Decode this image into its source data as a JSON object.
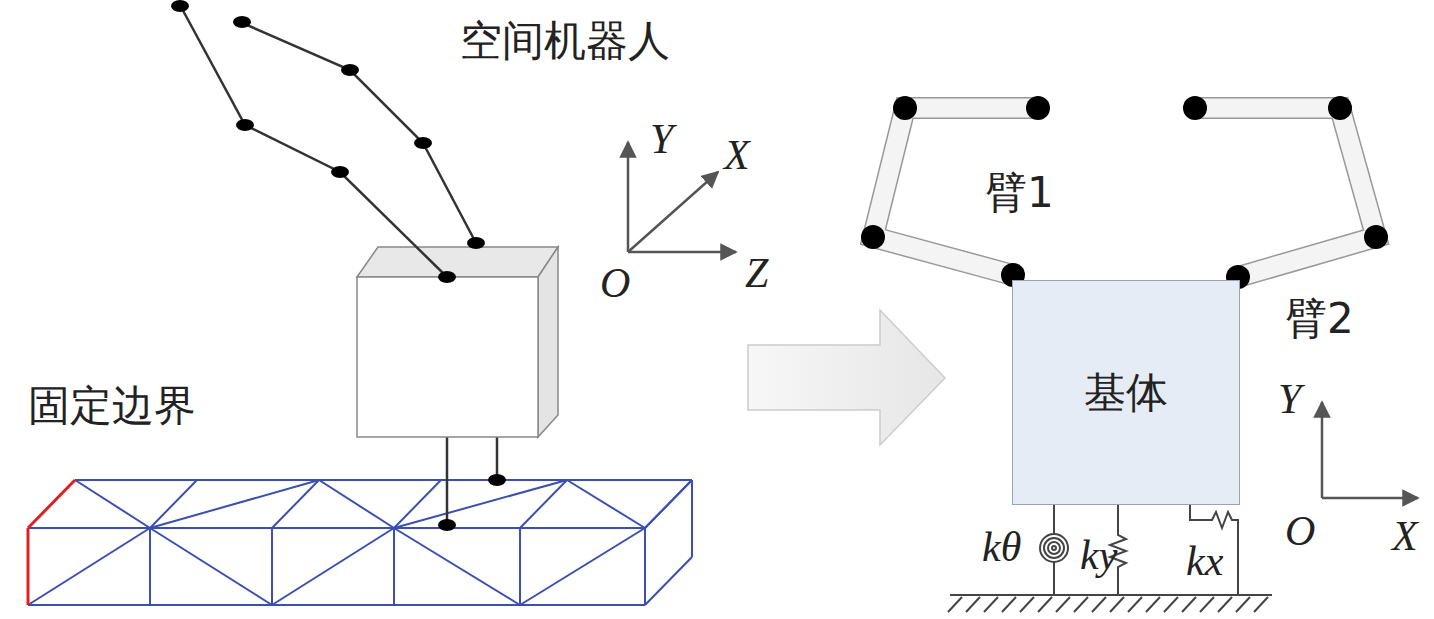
{
  "diagram": {
    "nodes": [
      {
        "text": [
          "基体"
        ]
      }
    ],
    "labels": [
      "空间机器人",
      "固定边界",
      "Y",
      "X",
      "O",
      "Z",
      "臂1",
      "臂2",
      "Y",
      "O",
      "X",
      "kθ",
      "ky",
      "kx"
    ]
  }
}
